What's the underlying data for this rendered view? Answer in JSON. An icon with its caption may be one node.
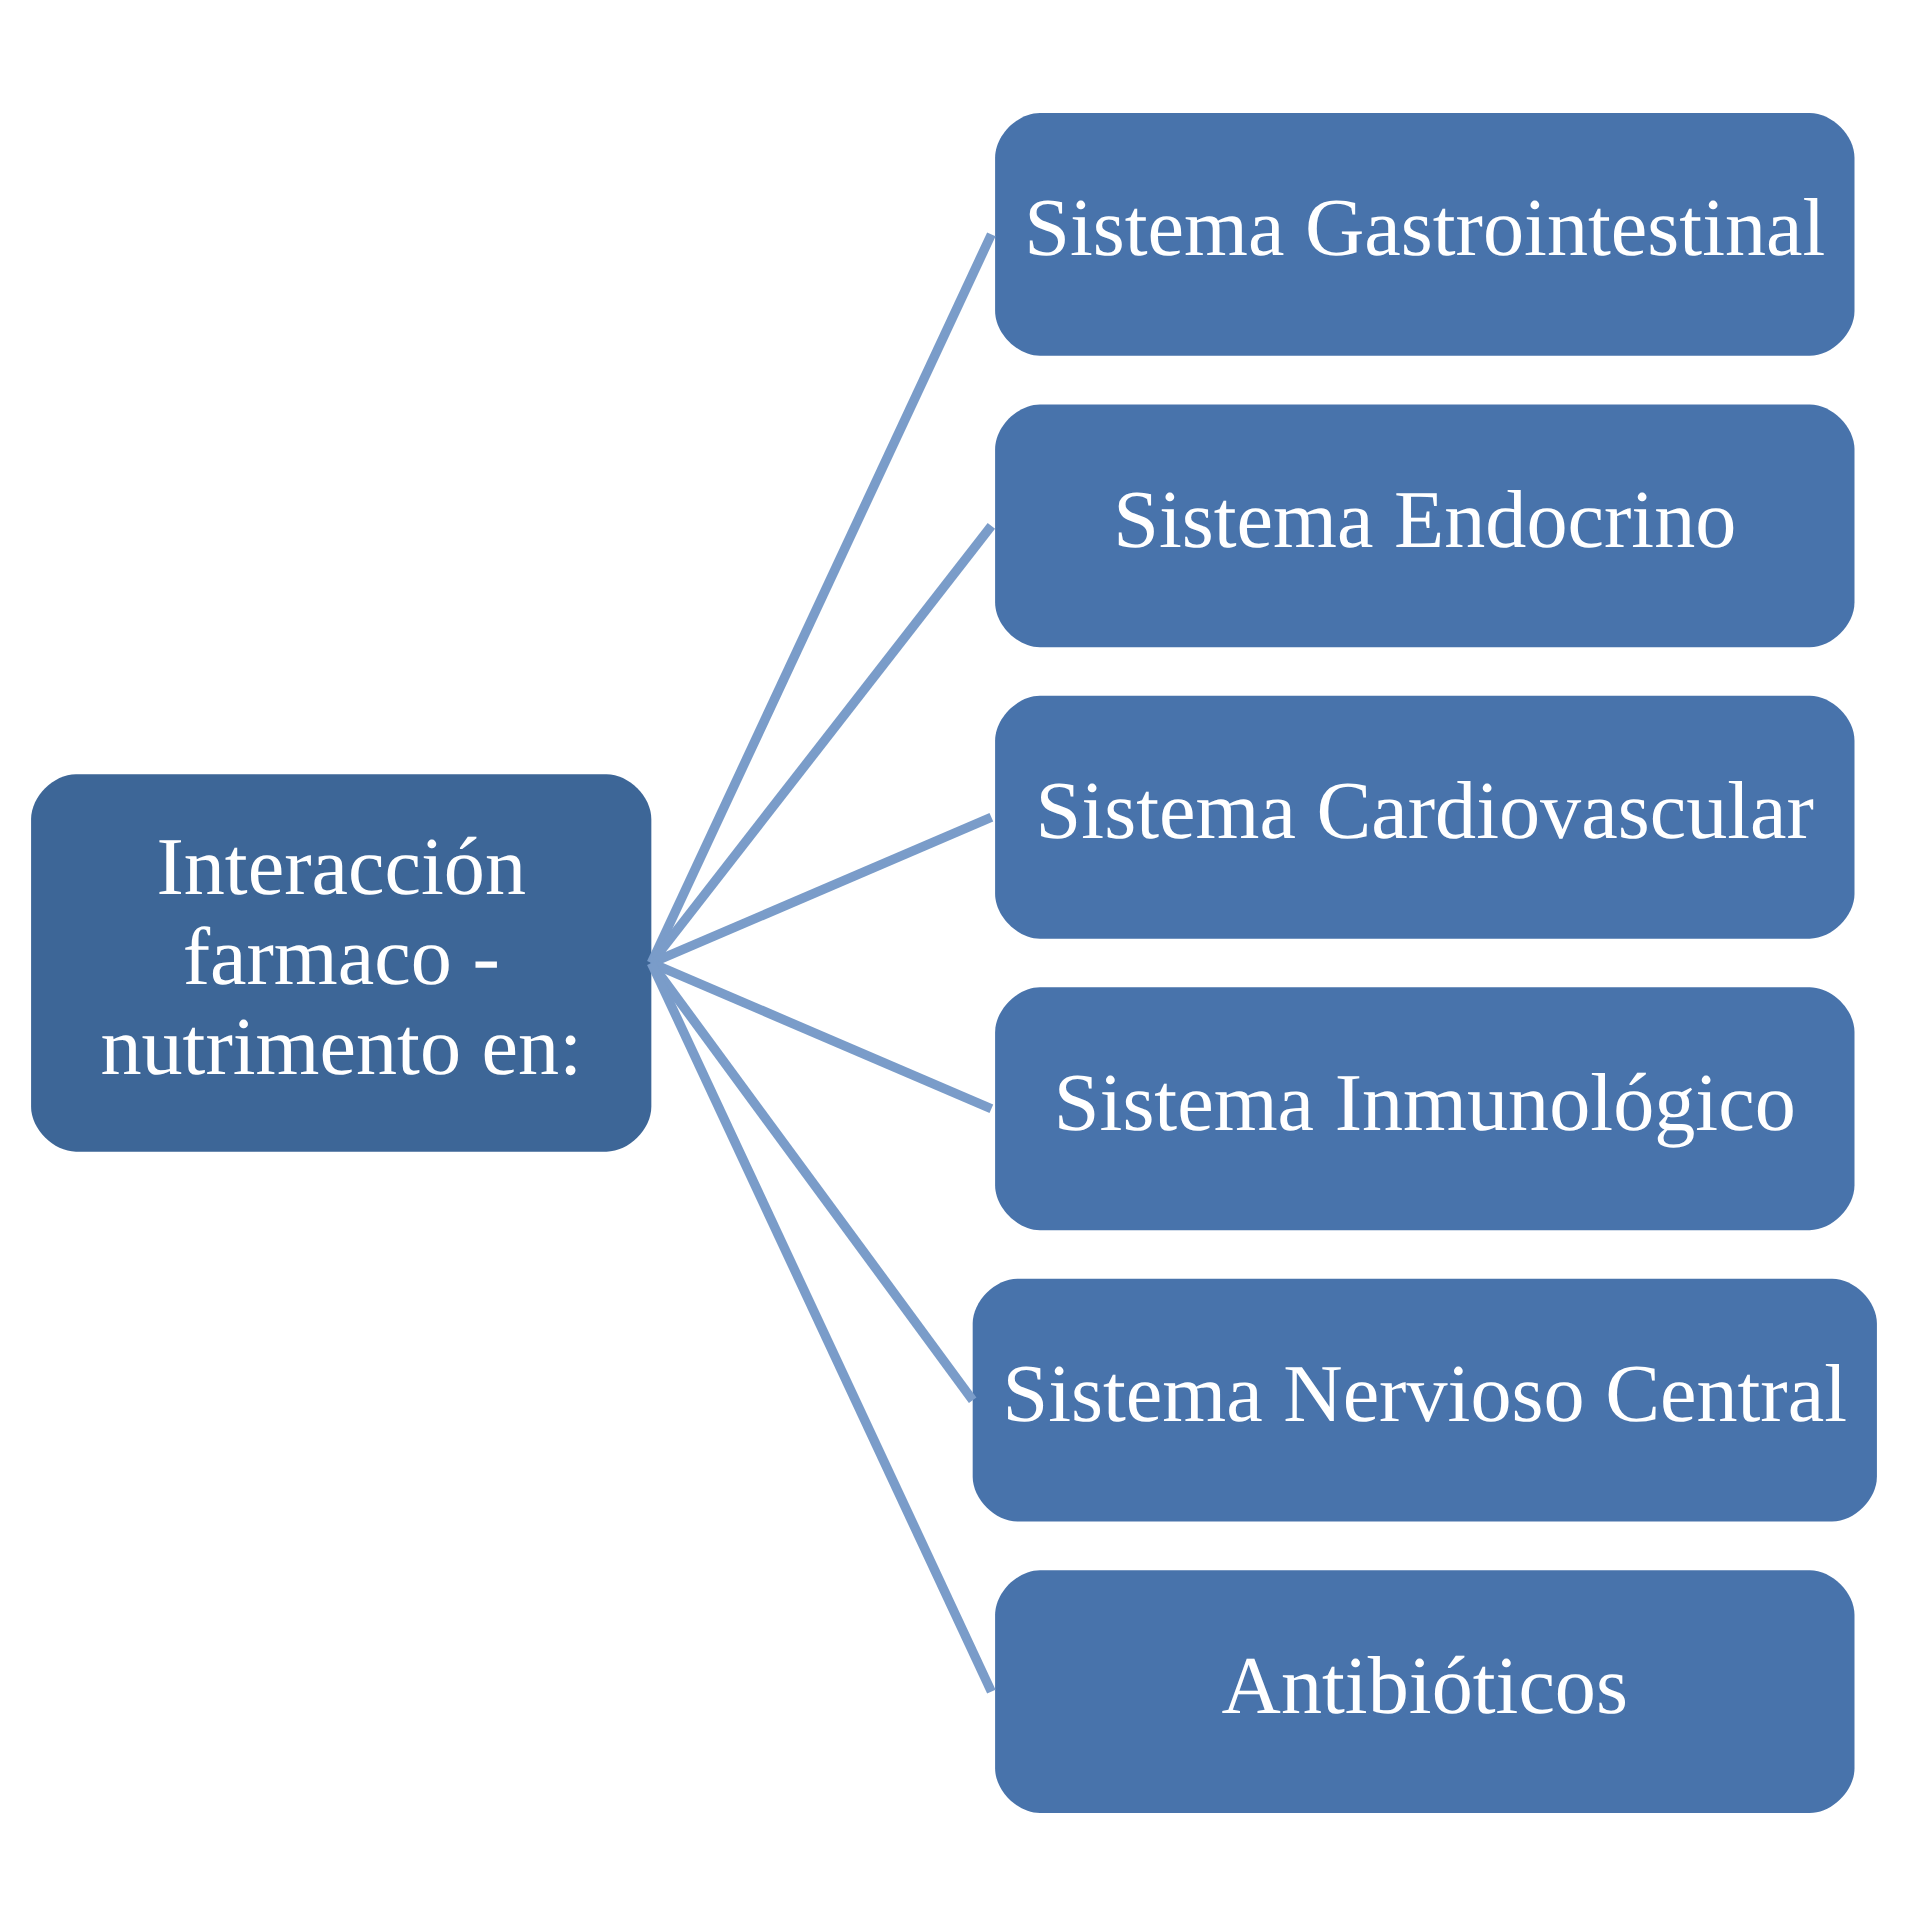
{
  "diagram": {
    "nodes": [
      {
        "text": [
          "Interacción farmaco - nutrimento en:"
        ]
      },
      {
        "text": [
          "Sistema Gastrointestinal"
        ]
      },
      {
        "text": [
          "Sistema Endocrino"
        ]
      },
      {
        "text": [
          "Sistema Cardiovascular"
        ]
      },
      {
        "text": [
          "Sistema Inmunológico"
        ]
      },
      {
        "text": [
          "Sistema Nervioso Central"
        ]
      },
      {
        "text": [
          "Antibióticos"
        ]
      }
    ],
    "edges": [
      {
        "from": 0,
        "to": 1,
        "arrow": "none"
      },
      {
        "from": 0,
        "to": 2,
        "arrow": "none"
      },
      {
        "from": 0,
        "to": 3,
        "arrow": "none"
      },
      {
        "from": 0,
        "to": 4,
        "arrow": "none"
      },
      {
        "from": 0,
        "to": 5,
        "arrow": "none"
      },
      {
        "from": 0,
        "to": 6,
        "arrow": "none"
      }
    ]
  }
}
